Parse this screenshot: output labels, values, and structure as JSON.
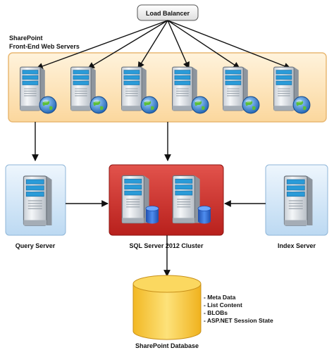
{
  "load_balancer": {
    "label": "Load Balancer"
  },
  "frontend_group": {
    "title_line1": "SharePoint",
    "title_line2": "Front-End Web Servers",
    "server_count": 6
  },
  "query_server": {
    "label": "Query Server"
  },
  "sql_cluster": {
    "label": "SQL Server 2012 Cluster"
  },
  "index_server": {
    "label": "Index Server"
  },
  "database": {
    "label": "SharePoint Database",
    "contents": [
      "- Meta Data",
      "- List Content",
      "- BLOBs",
      "- ASP.NET Session State"
    ]
  },
  "colors": {
    "frontend_fill": "#fde2b4",
    "frontend_border": "#e9b873",
    "sql_fill": "#cf3a36",
    "side_panel_fill": "#d3e8f9",
    "database_fill": "#f6c93c",
    "tower_face": "#eef1f4",
    "tower_front": "#2a9bd8",
    "globe": "#2e7fd0",
    "db_icon": "#2f6fd6"
  },
  "icons": {
    "server": "server-tower-icon",
    "web": "globe-icon",
    "db": "database-cylinder-icon"
  }
}
